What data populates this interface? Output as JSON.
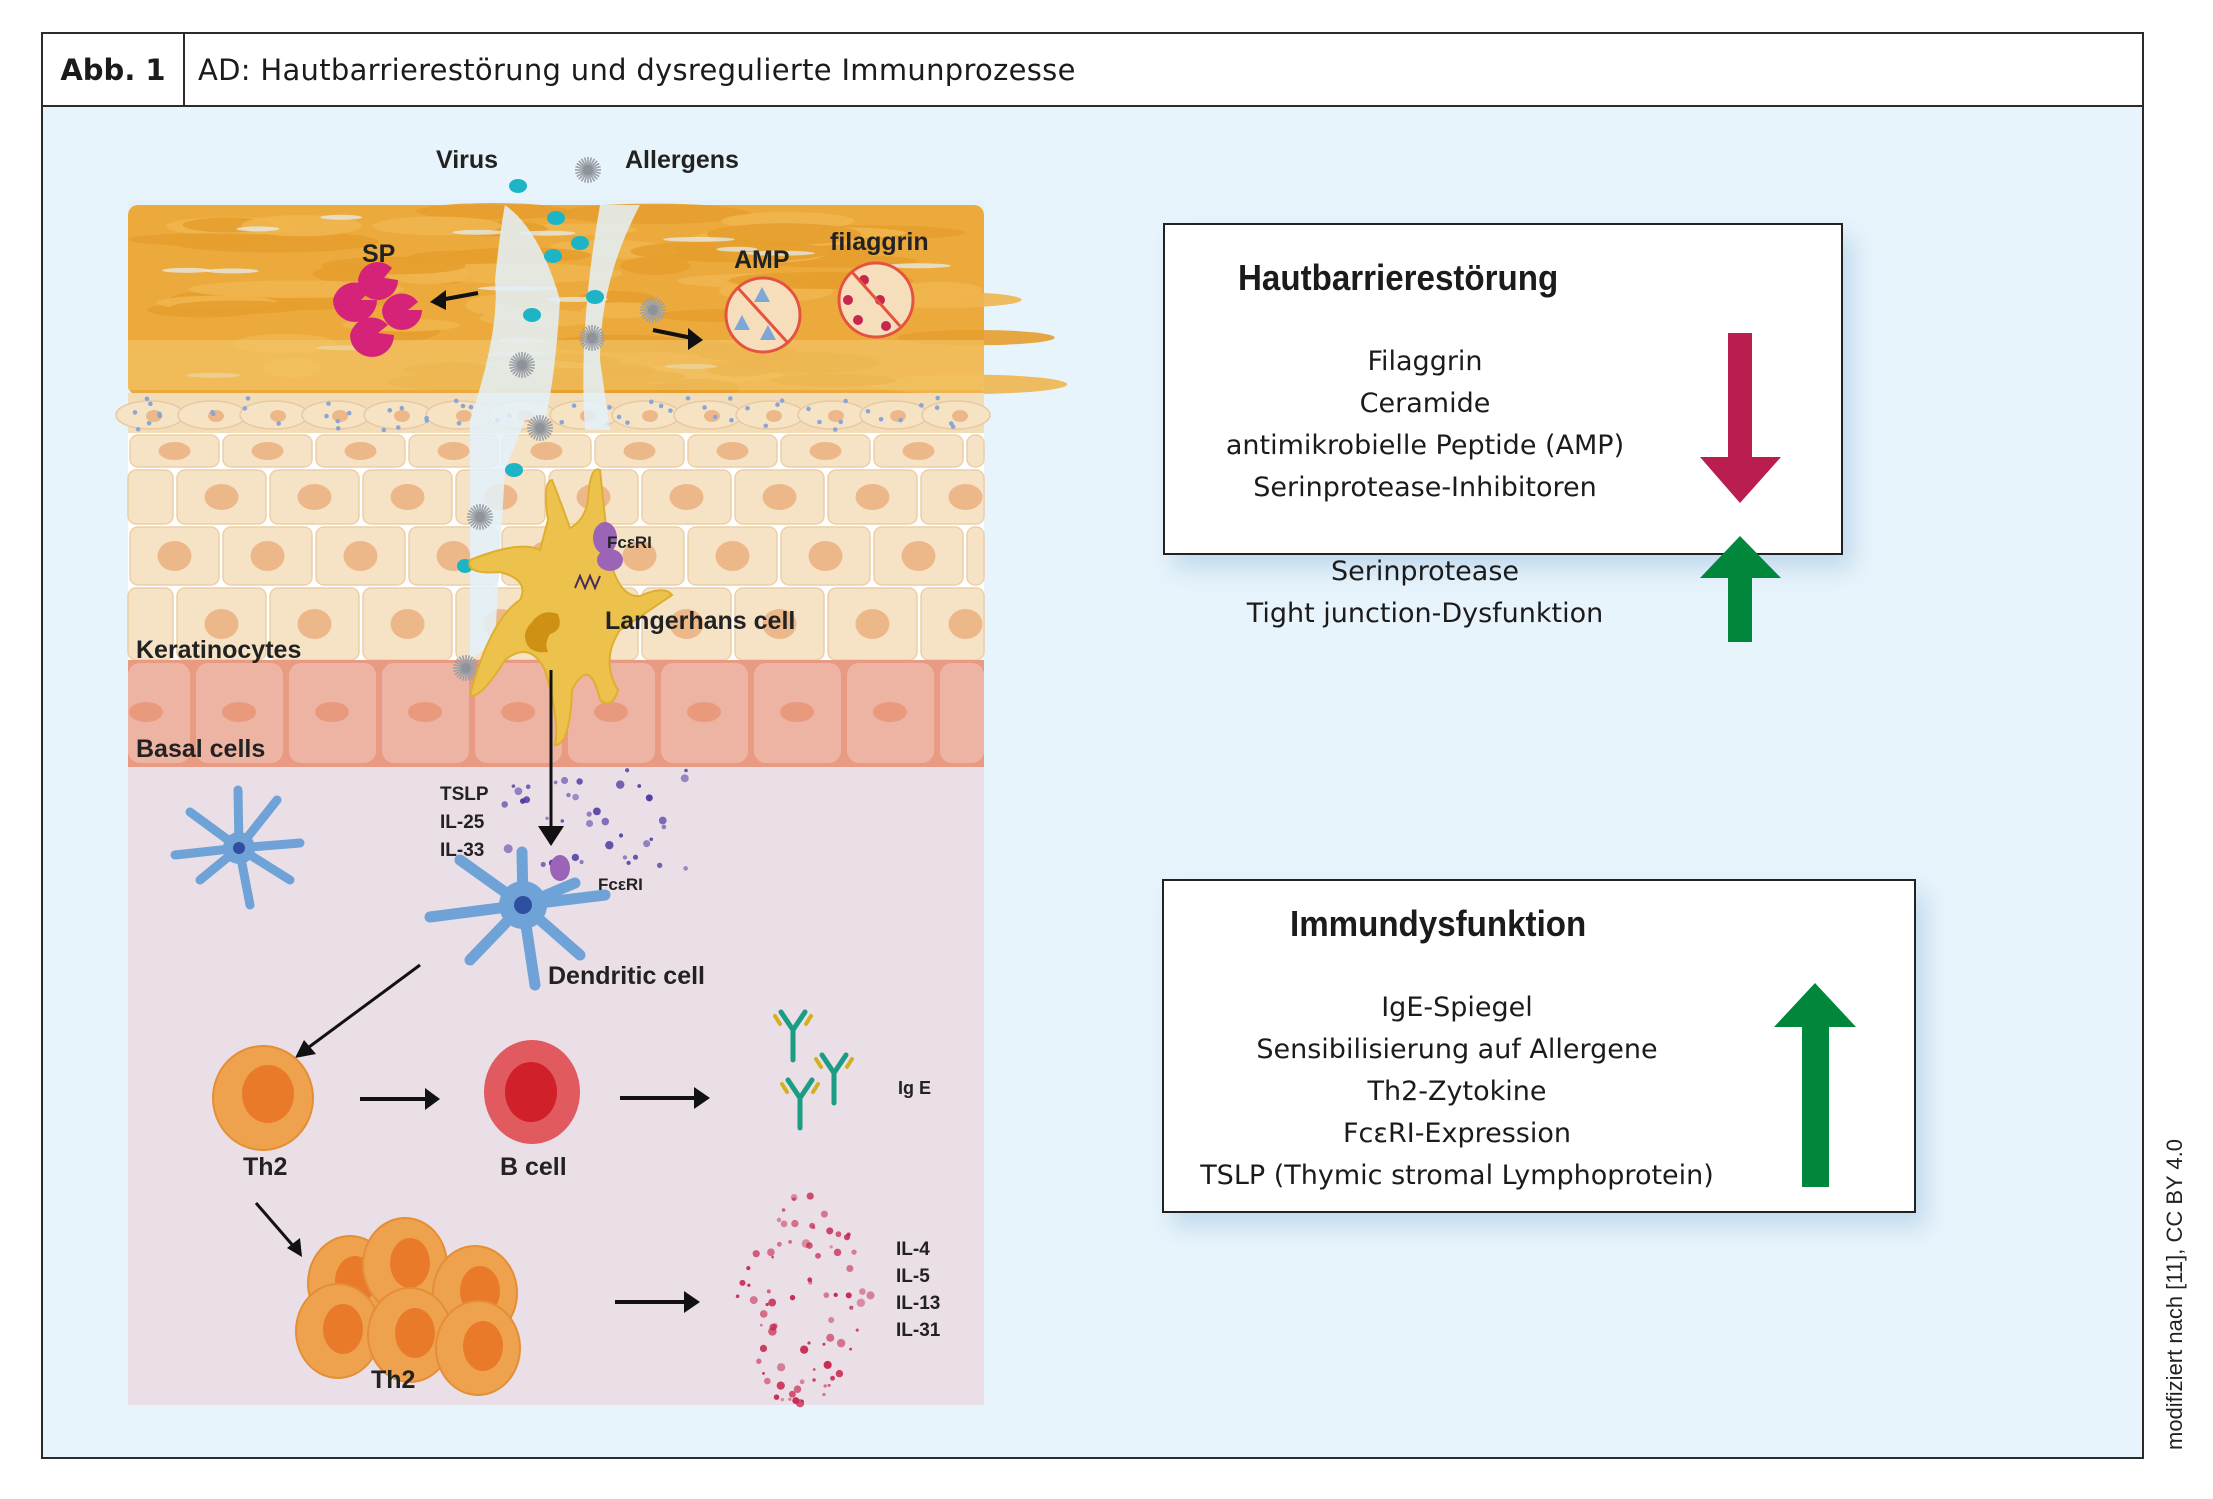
{
  "header": {
    "figure_number": "Abb. 1",
    "title": "AD: Hautbarrierestörung und dysregulierte Immunprozesse"
  },
  "illustration": {
    "labels": {
      "virus": "Virus",
      "allergens": "Allergens",
      "sp": "SP",
      "amp": "AMP",
      "filaggrin": "filaggrin",
      "fceri_top": "FcεRI",
      "langerhans": "Langerhans cell",
      "keratinocytes": "Keratinocytes",
      "basal": "Basal cells",
      "tslp": "TSLP",
      "il25": "IL-25",
      "il33": "IL-33",
      "fceri_dc": "FcεRI",
      "dendritic": "Dendritic cell",
      "th2_single": "Th2",
      "b_cell": "B cell",
      "ige": "Ig E",
      "th2_cluster": "Th2",
      "il4": "IL-4",
      "il5": "IL-5",
      "il13": "IL-13",
      "il31": "IL-31"
    },
    "colors": {
      "sky": "#E3F1FA",
      "stratum_corneum": "#EDAA3C",
      "granular": "#F2DDB8",
      "keratinocyte": "#F6E3C6",
      "keratinocyte_nucleus": "#EDB889",
      "basal": "#EDB3A3",
      "basal_border": "#E89A82",
      "dermis": "#EADFE7",
      "virus": "#1DB5C5",
      "allergen": "#9CA0A6",
      "protease": "#D6237A",
      "langerhans": "#EDC24C",
      "dendritic": "#6FA2D6",
      "th2": "#EFA24E",
      "b_cell": "#E05A5F",
      "cytokine_purple": "#4B3AA0",
      "cytokine_red": "#C7264F"
    }
  },
  "panels": {
    "barrier": {
      "title": "Hautbarrierestörung",
      "decreased": [
        "Filaggrin",
        "Ceramide",
        "antimikrobielle Peptide (AMP)",
        "Serinprotease-Inhibitoren"
      ],
      "decreased_icon": "arrow-down-icon",
      "increased": [
        "Serinprotease",
        "Tight junction-Dysfunktion"
      ],
      "increased_icon": "arrow-up-icon"
    },
    "immune": {
      "title": "Immundysfunktion",
      "increased": [
        "IgE-Spiegel",
        "Sensibilisierung auf Allergene",
        "Th2-Zytokine",
        "FcεRI-Expression",
        "TSLP (Thymic stromal Lymphoprotein)"
      ],
      "increased_icon": "arrow-up-icon"
    },
    "colors": {
      "down": "#B91E4E",
      "up": "#00873C"
    }
  },
  "caption": "modifiziert nach [11], CC BY 4.0"
}
